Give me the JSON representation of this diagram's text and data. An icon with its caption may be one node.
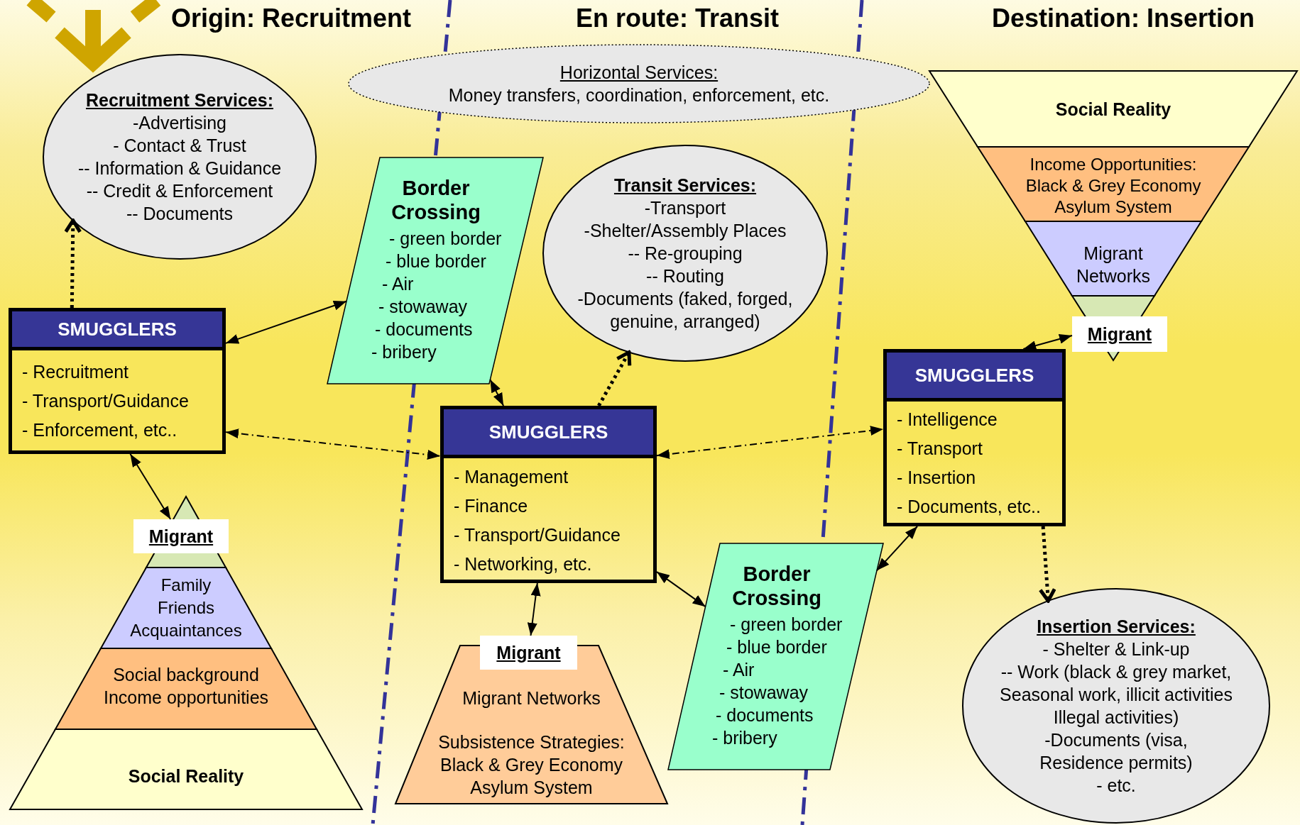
{
  "diagram": {
    "nodes": [
      {
        "text": [
          "Recruitment Services:",
          "-Advertising",
          "- Contact & Trust",
          "-- Information & Guidance",
          "-- Credit & Enforcement",
          "-- Documents"
        ]
      },
      {
        "text": [
          "Horizontal Services:",
          "Money transfers, coordination, enforcement, etc."
        ]
      },
      {
        "text": [
          "Social Reality"
        ]
      },
      {
        "text": [
          "Border Crossing",
          "- green border",
          "- blue border",
          "- Air",
          "- stowaway",
          "- documents",
          "- bribery"
        ]
      },
      {
        "text": [
          "Transit Services:",
          "-Transport",
          "-Shelter/Assembly Places",
          "-- Re-grouping",
          "-- Routing",
          "-Documents (faked, forged, genuine, arranged)"
        ]
      },
      {
        "text": [
          "Income Opportunities:",
          "Black & Grey Economy",
          "Asylum System"
        ]
      },
      {
        "text": [
          "Migrant Networks"
        ]
      },
      {
        "text": [],
        "shape": "triangle"
      },
      {
        "text": [
          "Migrant"
        ]
      },
      {
        "text": [
          "SMUGGLERS",
          "- Recruitment",
          "- Transport/Guidance",
          "- Enforcement, etc.."
        ]
      },
      {
        "text": [
          "SMUGGLERS",
          "- Intelligence",
          "- Transport",
          "- Insertion",
          "- Documents, etc.."
        ]
      },
      {
        "text": [
          "SMUGGLERS",
          "- Management",
          "- Finance",
          "- Transport/Guidance",
          "- Networking, etc."
        ]
      },
      {
        "text": [
          "Migrant"
        ]
      },
      {
        "text": [],
        "shape": "triangle"
      },
      {
        "text": [
          "Family",
          "Friends",
          "Acquaintances"
        ]
      },
      {
        "text": [
          "Social background",
          "Income opportunities"
        ]
      },
      {
        "text": [
          "Social Reality"
        ]
      },
      {
        "text": [
          "Migrant"
        ]
      },
      {
        "text": [
          "Migrant Networks",
          "Subsistence Strategies:",
          "Black & Grey Economy",
          "Asylum System"
        ]
      },
      {
        "text": [
          "Border Crossing",
          "- green border",
          "- blue border",
          "- Air",
          "- stowaway",
          "- documents",
          "- bribery"
        ]
      },
      {
        "text": [
          "Insertion Services:",
          "- Shelter & Link-up",
          "-- Work (black & grey market, Seasonal work, illicit activities Illegal activities)",
          "-Documents (visa, Residence permits)",
          "- etc."
        ]
      }
    ],
    "edges": [
      {
        "from": 9,
        "to": 0,
        "arrow": "to",
        "style": "dashed"
      },
      {
        "from": 9,
        "to": 3,
        "arrow": "both"
      },
      {
        "from": 9,
        "to": 11,
        "arrow": "both",
        "style": "dashed"
      },
      {
        "from": 9,
        "to": 12,
        "arrow": "both"
      },
      {
        "from": 3,
        "to": 11,
        "arrow": "both"
      },
      {
        "from": 11,
        "to": 4,
        "arrow": "to",
        "style": "dashed"
      },
      {
        "from": 11,
        "to": 10,
        "arrow": "both",
        "style": "dashed"
      },
      {
        "from": 11,
        "to": 17,
        "arrow": "both"
      },
      {
        "from": 11,
        "to": 19,
        "arrow": "both"
      },
      {
        "from": 19,
        "to": 10,
        "arrow": "both"
      },
      {
        "from": 10,
        "to": 8,
        "arrow": "both"
      },
      {
        "from": 10,
        "to": 20,
        "arrow": "to",
        "style": "dashed"
      }
    ],
    "labels": [
      "Origin: Recruitment",
      "En route: Transit",
      "Destination: Insertion"
    ]
  }
}
